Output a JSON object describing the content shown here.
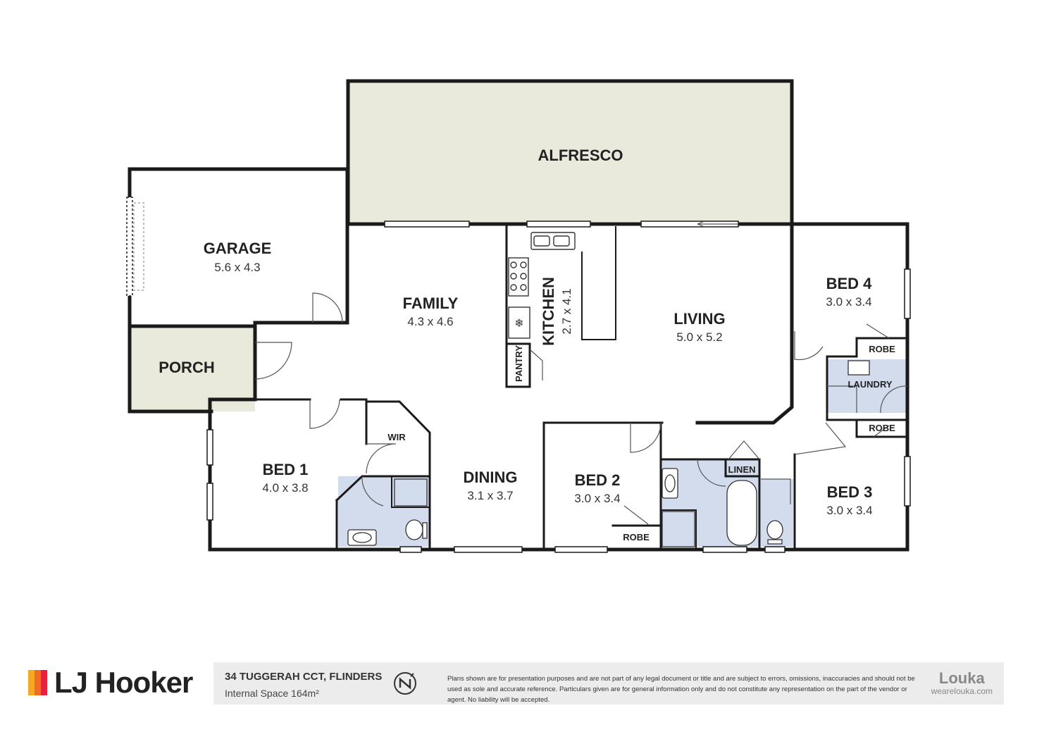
{
  "rooms": {
    "alfresco": {
      "name": "ALFRESCO"
    },
    "garage": {
      "name": "GARAGE",
      "dim": "5.6 x 4.3"
    },
    "porch": {
      "name": "PORCH"
    },
    "family": {
      "name": "FAMILY",
      "dim": "4.3 x 4.6"
    },
    "kitchen": {
      "name": "KITCHEN",
      "dim": "2.7 x 4.1"
    },
    "pantry": {
      "name": "PANTRY"
    },
    "living": {
      "name": "LIVING",
      "dim": "5.0 x 5.2"
    },
    "bed4": {
      "name": "BED 4",
      "dim": "3.0 x 3.4"
    },
    "robe_bed4": {
      "name": "ROBE"
    },
    "laundry": {
      "name": "LAUNDRY"
    },
    "robe_bed3": {
      "name": "ROBE"
    },
    "bed1": {
      "name": "BED 1",
      "dim": "4.0 x 3.8"
    },
    "wir": {
      "name": "WIR"
    },
    "dining": {
      "name": "DINING",
      "dim": "3.1 x 3.7"
    },
    "bed2": {
      "name": "BED 2",
      "dim": "3.0 x 3.4"
    },
    "robe_bed2": {
      "name": "ROBE"
    },
    "linen": {
      "name": "LINEN"
    },
    "bed3": {
      "name": "BED 3",
      "dim": "3.0 x 3.4"
    }
  },
  "colors": {
    "wall": "#1a1a1a",
    "outdoor_fill": "#e9eadc",
    "wet_fill": "#d3dced",
    "logo_bar_1": "#f7a823",
    "logo_bar_2": "#f26b21",
    "logo_bar_3": "#e5223d"
  },
  "footer": {
    "logo_text": "LJ Hooker",
    "address": "34 TUGGERAH CCT, FLINDERS",
    "internal_space": "Internal Space 164m²",
    "north_icon": "north-arrow-icon",
    "disclaimer": "Plans shown are for presentation purposes and are not part of any legal document or title and are subject to errors, omissions, inaccuracies and should not be used as sole and accurate reference. Particulars given are for general information only and do not constitute any representation on the part of the vendor or agent. No liability will be accepted.",
    "brand_name": "Louka",
    "brand_url": "wearelouka.com"
  }
}
